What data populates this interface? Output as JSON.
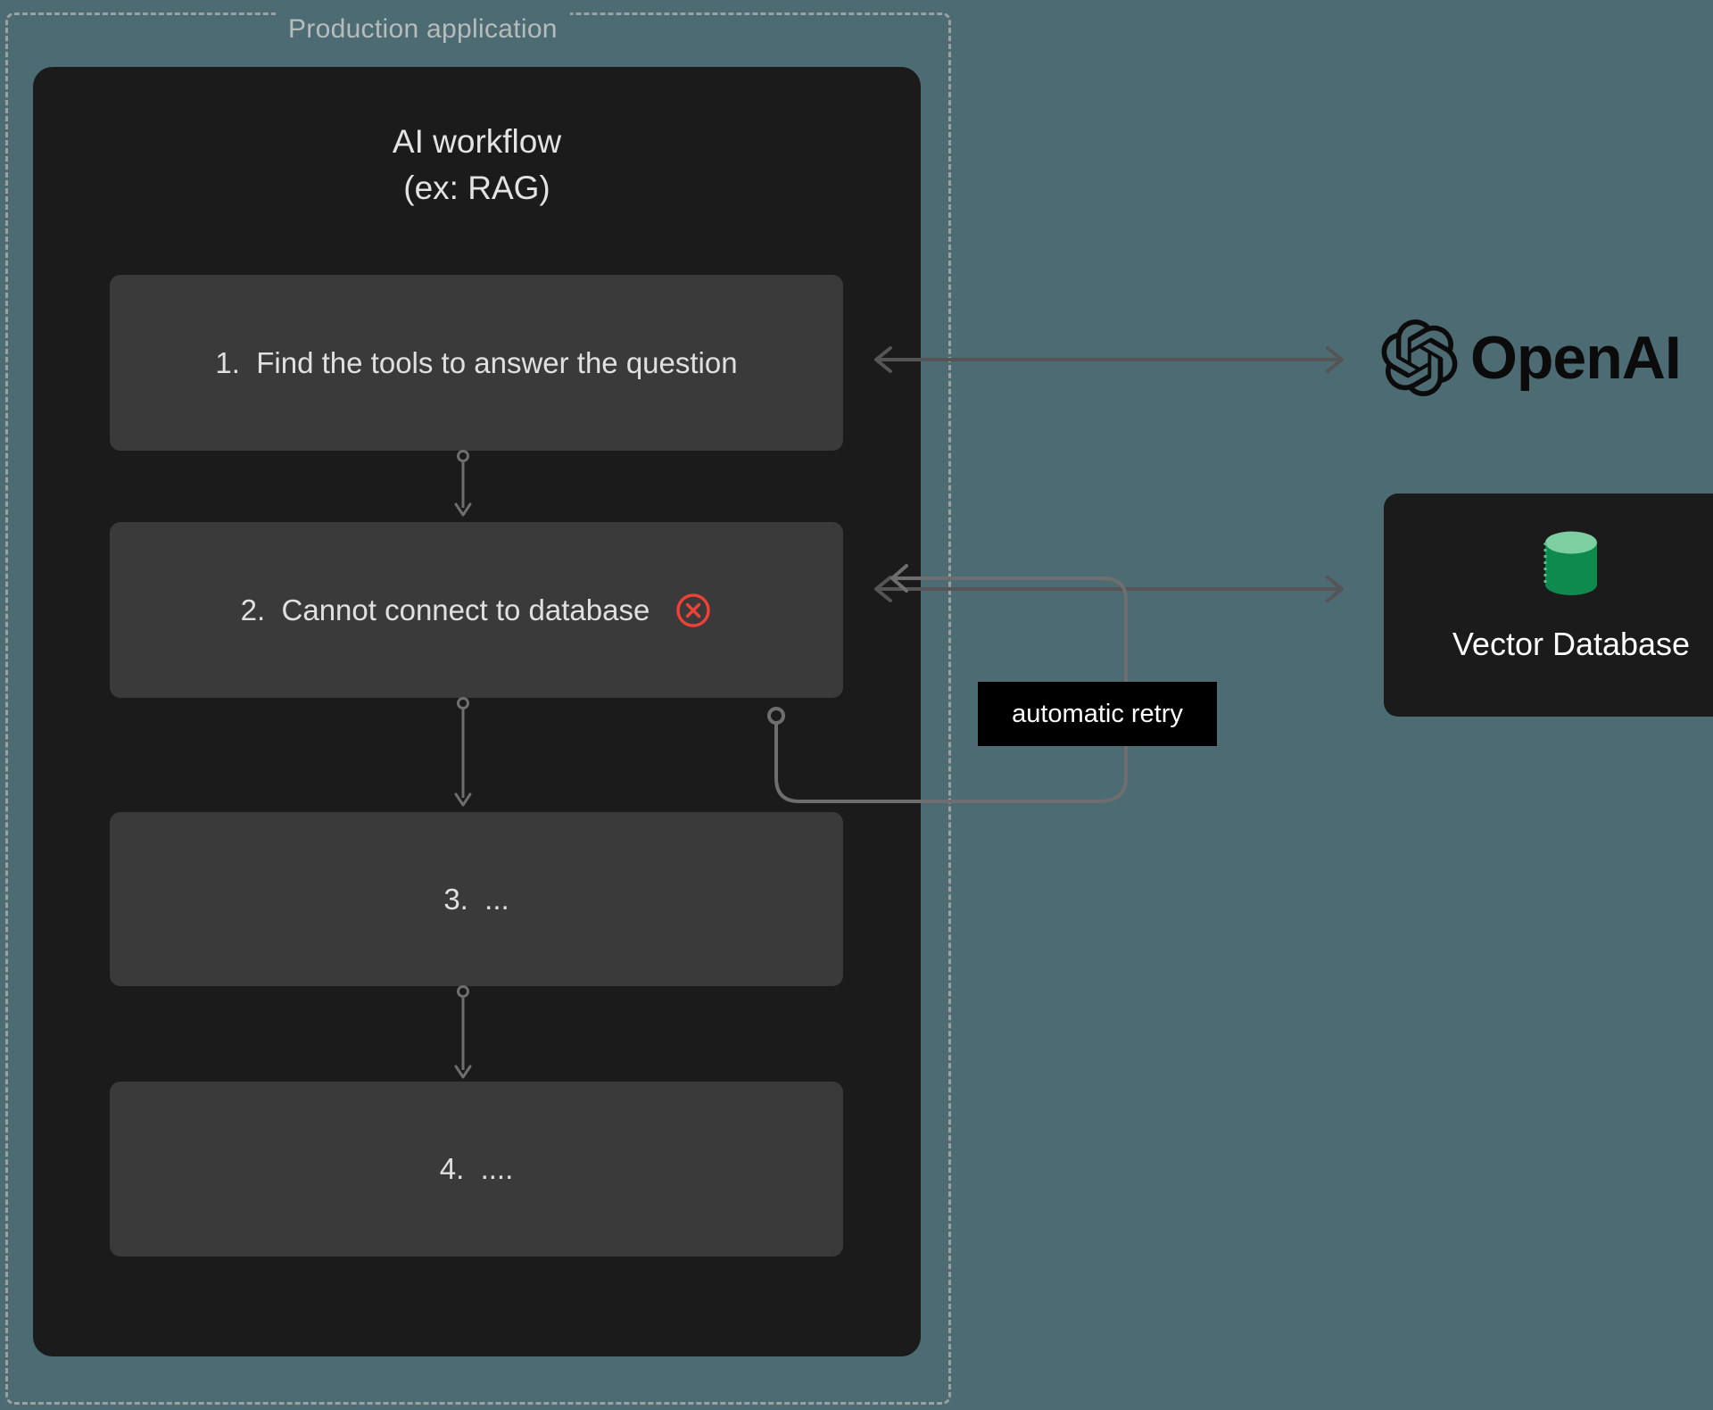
{
  "boundary": {
    "label": "Production application"
  },
  "panel": {
    "title": "AI workflow\n(ex: RAG)",
    "steps": [
      {
        "id": "step-1",
        "label": "1.  Find the tools to answer the question",
        "status": null
      },
      {
        "id": "step-2",
        "label": "2.  Cannot connect to database",
        "status": "error"
      },
      {
        "id": "step-3",
        "label": "3.  ...",
        "status": null
      },
      {
        "id": "step-4",
        "label": "4.  ....",
        "status": null
      }
    ]
  },
  "retry": {
    "label": "automatic retry"
  },
  "services": {
    "openai": {
      "name": "OpenAI"
    },
    "vector_db": {
      "name": "Vector Database"
    }
  },
  "colors": {
    "background": "#4d6b73",
    "panel": "#1b1b1b",
    "step": "#3a3a3a",
    "boundary_dash": "#9ba1a1",
    "connector": "#6e6e6e",
    "error": "#ef4136",
    "db_top": "#7dcea0",
    "db_body": "#0e8a4f",
    "badge_bg": "#000000",
    "text_primary": "#e0e0e0"
  },
  "icons": {
    "error": "error-circle-x-icon",
    "database": "database-cylinder-icon",
    "openai": "openai-logo-icon"
  }
}
